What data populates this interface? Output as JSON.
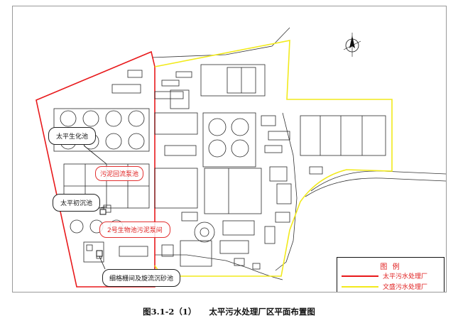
{
  "callouts": {
    "taiping_biohua": "太平生化池",
    "sludge_return": "污泥回流泵池",
    "taiping_chuchen": "太平初沉池",
    "bio_sludge_pump": "2号生物池污泥泵间",
    "grit_chamber": "细格栅间及旋流沉砂池"
  },
  "legend": {
    "title": "图 例",
    "items": [
      {
        "label": "太平污水处理厂",
        "color": "#e8191b"
      },
      {
        "label": "文盛污水处理厂",
        "color": "#f2ea1c"
      }
    ]
  },
  "caption": {
    "number": "图3.1-2（1）",
    "title": "太平污水处理厂区平面布置图"
  },
  "colors": {
    "taiping_boundary": "#e8191b",
    "wensheng_boundary": "#f2ea1c",
    "lines": "#2a2a2a"
  },
  "icons": {
    "north_arrow": "north-arrow-icon"
  }
}
